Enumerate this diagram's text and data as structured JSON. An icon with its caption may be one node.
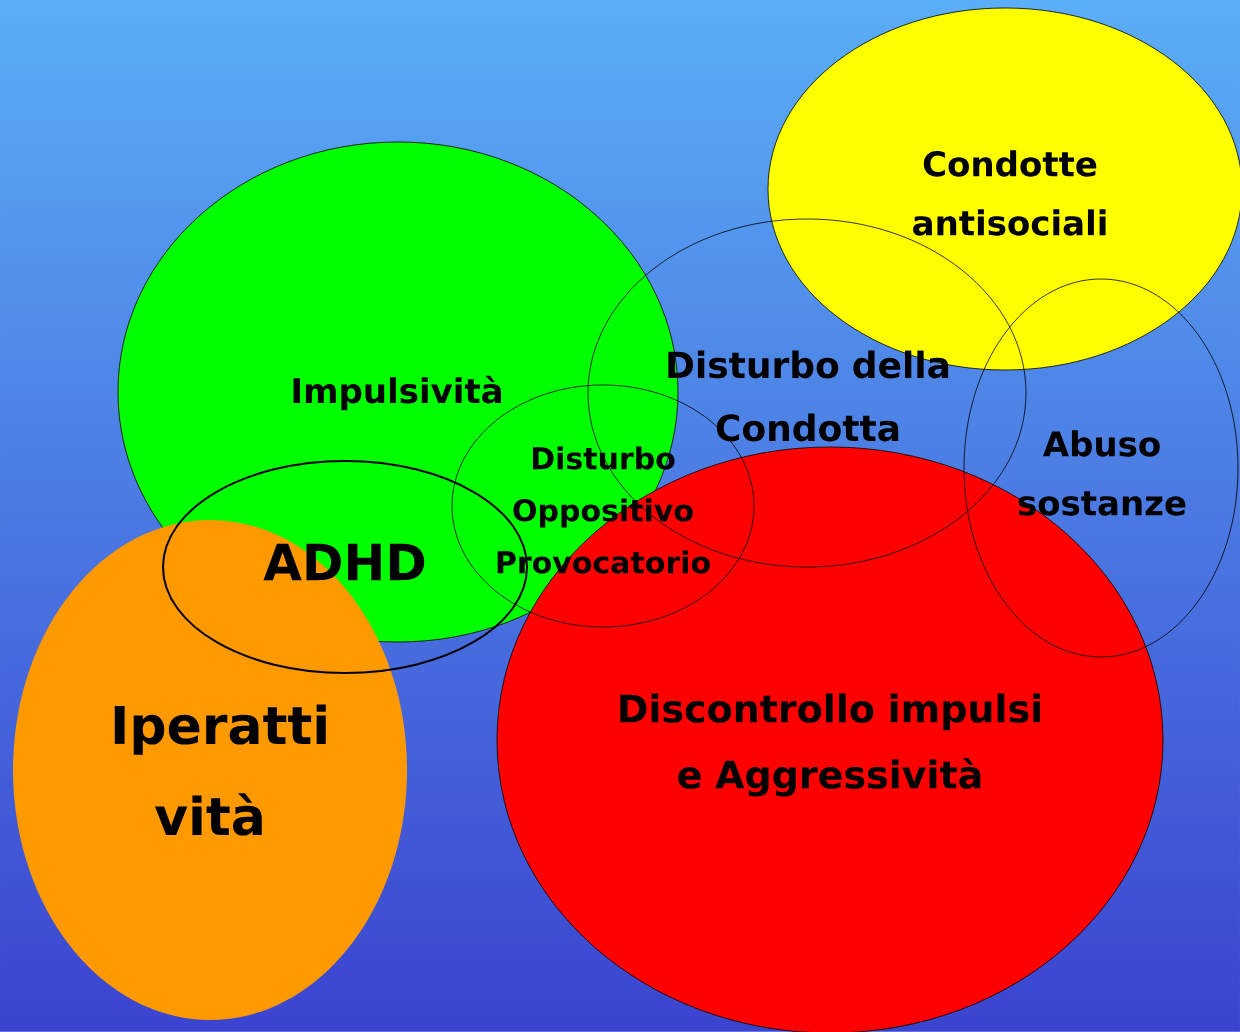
{
  "diagram": {
    "nodes": [
      {
        "text": [
          "Condotte antisociali"
        ]
      },
      {
        "text": [
          "Impulsività"
        ]
      },
      {
        "text": [
          "Disturbo della Condotta"
        ]
      },
      {
        "text": [
          "Abuso sostanze"
        ]
      },
      {
        "text": [
          "Disturbo Oppositivo Provocatorio"
        ]
      },
      {
        "text": [
          "ADHD"
        ]
      },
      {
        "text": [
          "Iperatti vità"
        ]
      },
      {
        "text": [
          "Discontrollo impulsi e Aggressività"
        ]
      }
    ]
  }
}
